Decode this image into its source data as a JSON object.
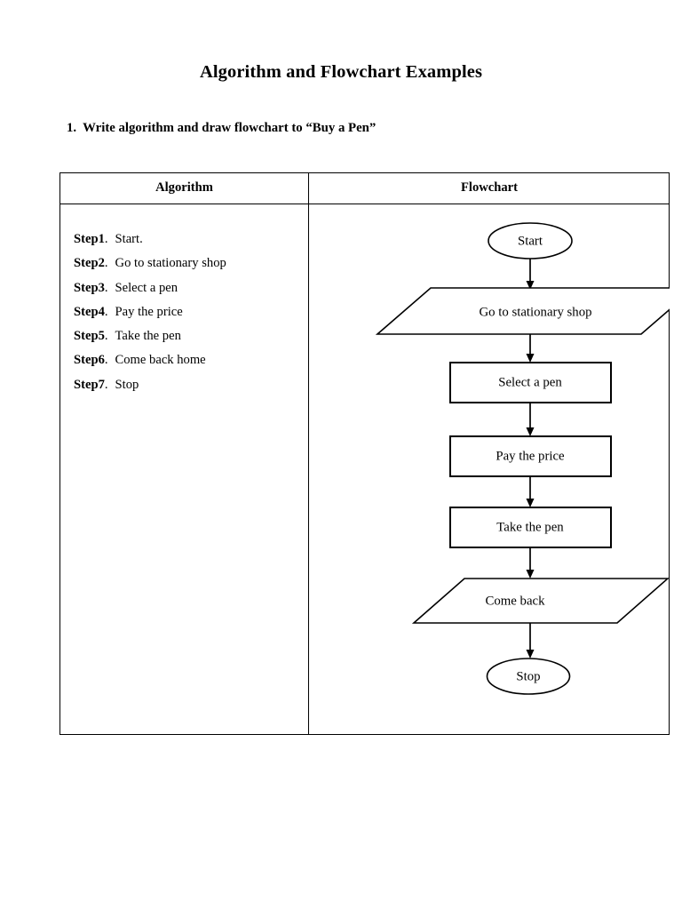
{
  "document": {
    "title": "Algorithm and Flowchart Examples",
    "question_number": "1.",
    "question_text": "Write algorithm and draw flowchart to “Buy a Pen”"
  },
  "table": {
    "headers": {
      "algorithm": "Algorithm",
      "flowchart": "Flowchart"
    }
  },
  "algorithm": {
    "steps": [
      {
        "label": "Step1",
        "dot": ".",
        "text": "Start."
      },
      {
        "label": "Step2",
        "dot": ".",
        "text": "Go to stationary shop"
      },
      {
        "label": "Step3",
        "dot": ".",
        "text": "Select a pen"
      },
      {
        "label": "Step4",
        "dot": ".",
        "text": "Pay the price"
      },
      {
        "label": "Step5",
        "dot": ".",
        "text": "Take the pen"
      },
      {
        "label": "Step6",
        "dot": ".",
        "text": "Come back home"
      },
      {
        "label": "Step7",
        "dot": ".",
        "text": "Stop"
      }
    ]
  },
  "flowchart": {
    "nodes": [
      {
        "id": "start",
        "shape": "terminator",
        "label": "Start"
      },
      {
        "id": "goto_shop",
        "shape": "parallelogram",
        "label": "Go to stationary shop"
      },
      {
        "id": "select",
        "shape": "process",
        "label": "Select a pen"
      },
      {
        "id": "pay",
        "shape": "process",
        "label": "Pay the price"
      },
      {
        "id": "take",
        "shape": "process",
        "label": "Take the pen"
      },
      {
        "id": "comeback",
        "shape": "parallelogram",
        "label": "Come back"
      },
      {
        "id": "stop",
        "shape": "terminator",
        "label": "Stop"
      }
    ],
    "edges": [
      {
        "from": "start",
        "to": "goto_shop"
      },
      {
        "from": "goto_shop",
        "to": "select"
      },
      {
        "from": "select",
        "to": "pay"
      },
      {
        "from": "pay",
        "to": "take"
      },
      {
        "from": "take",
        "to": "comeback"
      },
      {
        "from": "comeback",
        "to": "stop"
      }
    ]
  },
  "colors": {
    "page_background": "#ffffff",
    "ink": "#000000",
    "shape_fill": "#ffffff"
  }
}
